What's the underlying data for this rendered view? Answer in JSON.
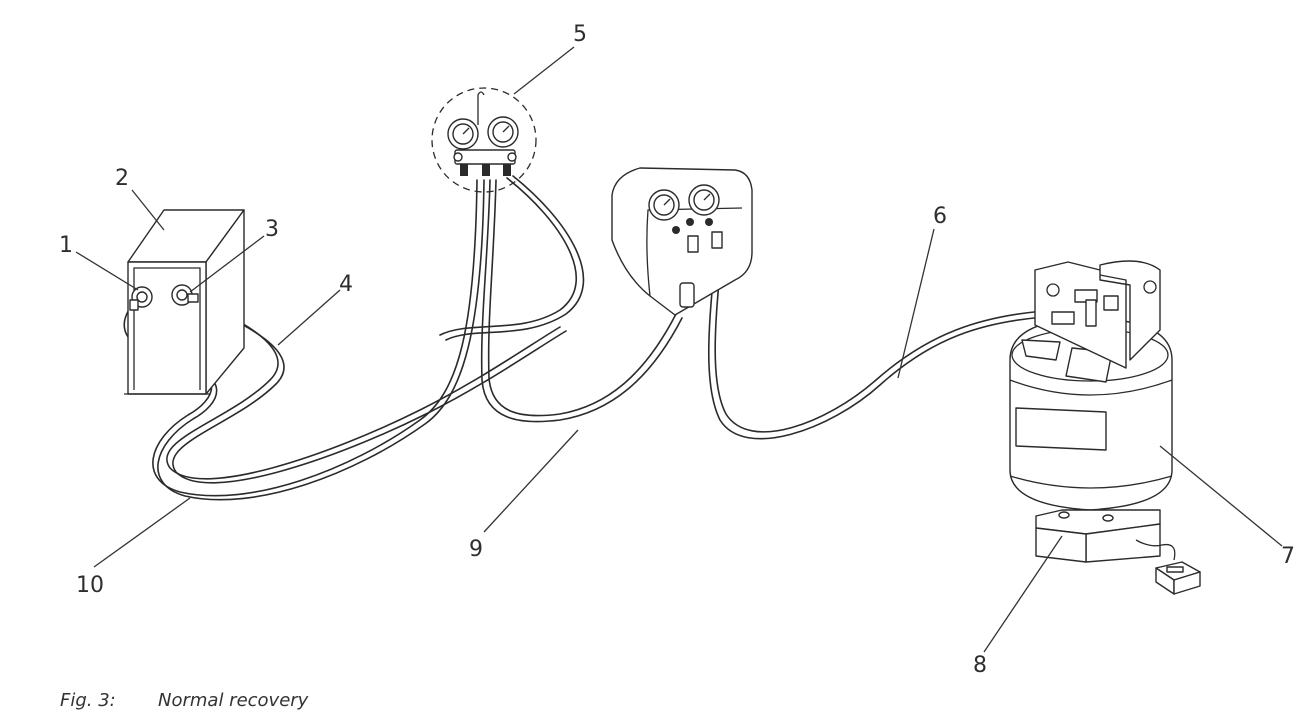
{
  "callouts": {
    "c1": "1",
    "c2": "2",
    "c3": "3",
    "c4": "4",
    "c5": "5",
    "c6": "6",
    "c7": "7",
    "c8": "8",
    "c9": "9",
    "c10": "10"
  },
  "caption": {
    "figure_label": "Fig. 3:",
    "figure_title": "Normal recovery"
  },
  "colors": {
    "line": "#2b2b2b",
    "background": "#ffffff"
  }
}
